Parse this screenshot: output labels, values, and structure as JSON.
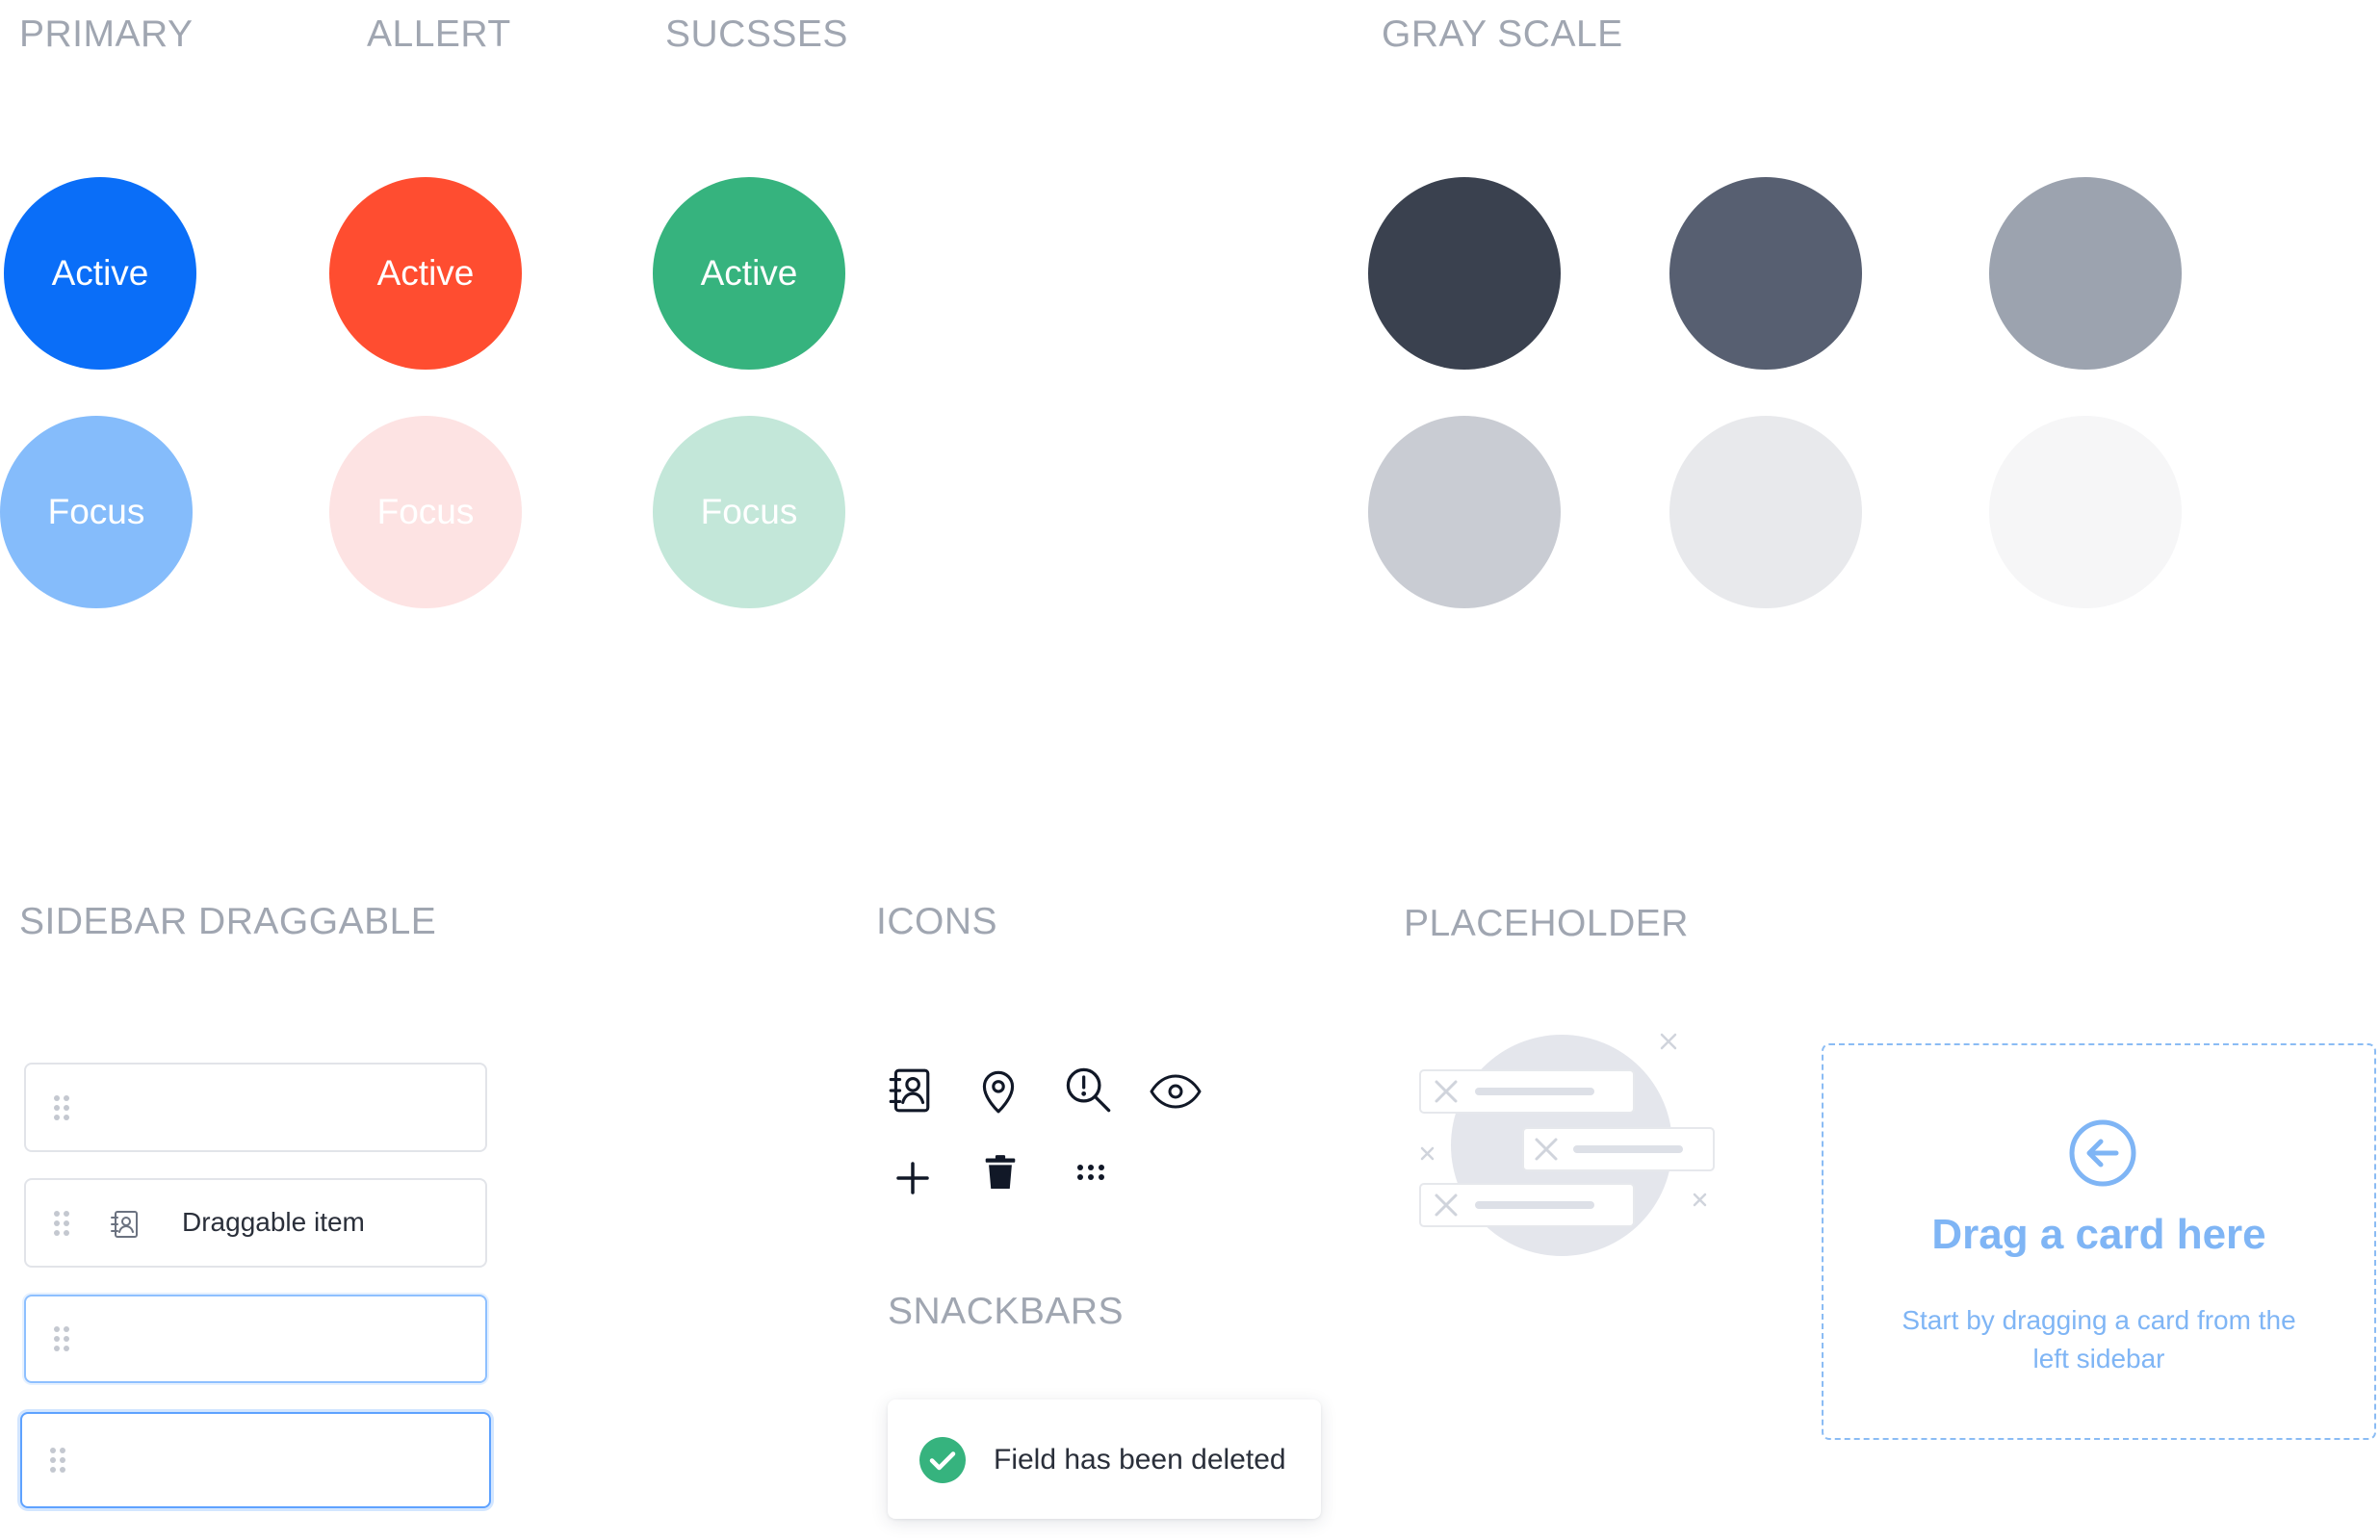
{
  "sections": {
    "primary": "PRIMARY",
    "alert": "ALLERT",
    "success": "SUCSSES",
    "grayscale": "GRAY SCALE",
    "sidebar": "SIDEBAR DRAGGABLE",
    "icons": "ICONS",
    "snackbars": "SNACKBARS",
    "placeholder": "PLACEHOLDER"
  },
  "swatches": {
    "primary": {
      "active_label": "Active",
      "focus_label": "Focus",
      "active_color": "#0a6ef8",
      "focus_color": "#85bcfb"
    },
    "alert": {
      "active_label": "Active",
      "focus_label": "Focus",
      "active_color": "#ff4d30",
      "focus_color": "#fde3e3"
    },
    "success": {
      "active_label": "Active",
      "focus_label": "Focus",
      "active_color": "#36b37e",
      "focus_color": "#c3e7d9"
    },
    "gray": [
      "#3a414f",
      "#575f71",
      "#9ca3af",
      "#c9ccd3",
      "#e8e9ec",
      "#f6f6f7"
    ]
  },
  "sidebar": {
    "items": [
      {
        "label": "",
        "state": "default"
      },
      {
        "label": "Draggable item",
        "state": "default",
        "icon": "address-book-icon"
      },
      {
        "label": "",
        "state": "hover"
      },
      {
        "label": "",
        "state": "focus"
      }
    ]
  },
  "icons": [
    "address-book-icon",
    "location-pin-icon",
    "search-alert-icon",
    "eye-icon",
    "plus-icon",
    "trash-icon",
    "dots-grid-icon"
  ],
  "snackbar": {
    "message": "Field has been deleted",
    "icon": "check-circle-icon"
  },
  "dropzone": {
    "title": "Drag a card here",
    "line1": "Start by dragging a card from the",
    "line2": "left sidebar"
  },
  "colors": {
    "accent": "#0a6ef8",
    "label_gray": "#a0a6b1",
    "text_dark": "#2a2f3a",
    "drop_blue": "#7fb5f5"
  }
}
